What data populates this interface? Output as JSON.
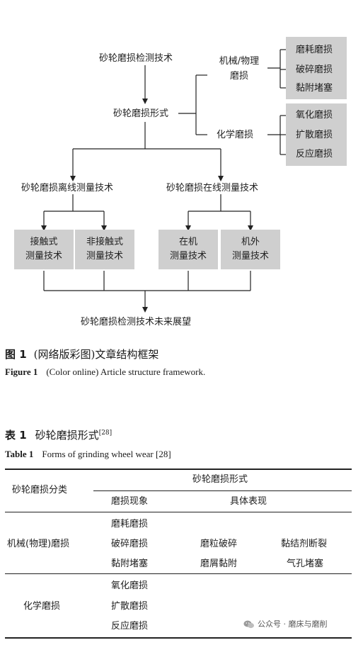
{
  "figure": {
    "root": "砂轮磨损检测技术",
    "forms": "砂轮磨损形式",
    "mechanical_label_line1": "机械/物理",
    "mechanical_label_line2": "磨损",
    "mechanical_items": [
      "磨耗磨损",
      "破碎磨损",
      "黏附堵塞"
    ],
    "chemical_label": "化学磨损",
    "chemical_items": [
      "氧化磨损",
      "扩散磨损",
      "反应磨损"
    ],
    "offline": "砂轮磨损离线测量技术",
    "online": "砂轮磨损在线测量技术",
    "leaves": [
      {
        "line1": "接触式",
        "line2": "测量技术"
      },
      {
        "line1": "非接触式",
        "line2": "测量技术"
      },
      {
        "line1": "在机",
        "line2": "测量技术"
      },
      {
        "line1": "机外",
        "line2": "测量技术"
      }
    ],
    "outlook": "砂轮磨损检测技术未来展望",
    "caption_cn_label": "图 1",
    "caption_cn_text": "(网络版彩图)文章结构框架",
    "caption_en_label": "Figure 1",
    "caption_en_text": "(Color online) Article structure framework."
  },
  "table": {
    "caption_cn_label": "表 1",
    "caption_cn_text": "砂轮磨损形式",
    "caption_cn_ref": "[28]",
    "caption_en_label": "Table 1",
    "caption_en_text": "Forms of grinding wheel wear [28]",
    "header_category": "砂轮磨损分类",
    "header_forms": "砂轮磨损形式",
    "header_phenomenon": "磨损现象",
    "header_manifestation": "具体表现",
    "groups": [
      {
        "category": "机械(物理)磨损",
        "phenomena": [
          "磨耗磨损",
          "破碎磨损",
          "黏附堵塞"
        ],
        "manifestations": [
          [
            "",
            ""
          ],
          [
            "磨粒破碎",
            "黏结剂断裂"
          ],
          [
            "磨屑黏附",
            "气孔堵塞"
          ]
        ]
      },
      {
        "category": "化学磨损",
        "phenomena": [
          "氧化磨损",
          "扩散磨损",
          "反应磨损"
        ],
        "manifestations": [
          [
            "",
            ""
          ],
          [
            "",
            ""
          ],
          [
            "",
            ""
          ]
        ]
      }
    ]
  },
  "watermark": {
    "text": "公众号 · 磨床与磨削",
    "icon": "wechat-icon"
  }
}
